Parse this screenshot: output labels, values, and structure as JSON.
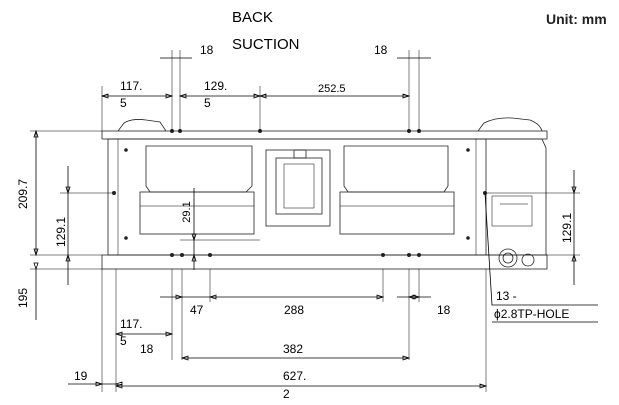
{
  "header": {
    "title_line1": "BACK",
    "title_line2": "SUCTION",
    "unit": "Unit: mm"
  },
  "dimensions": {
    "top_18_left": "18",
    "top_18_right": "18",
    "top_117_a": "117.",
    "top_117_b": "5",
    "top_129_a": "129.",
    "top_129_b": "5",
    "top_252": "252.5",
    "left_209": "209.7",
    "left_129": "129.1",
    "left_195": "195",
    "mid_29": "29.1",
    "right_129": "129.1",
    "bot_47": "47",
    "bot_288": "288",
    "bot_18_right": "18",
    "bot_117_a": "117.",
    "bot_117_b": "5",
    "bot_18_left": "18",
    "bot_382": "382",
    "bot_19": "19",
    "bot_627_a": "627.",
    "bot_627_b": "2",
    "hole_a": "13 -",
    "hole_b": "ϕ2.8TP-HOLE"
  }
}
